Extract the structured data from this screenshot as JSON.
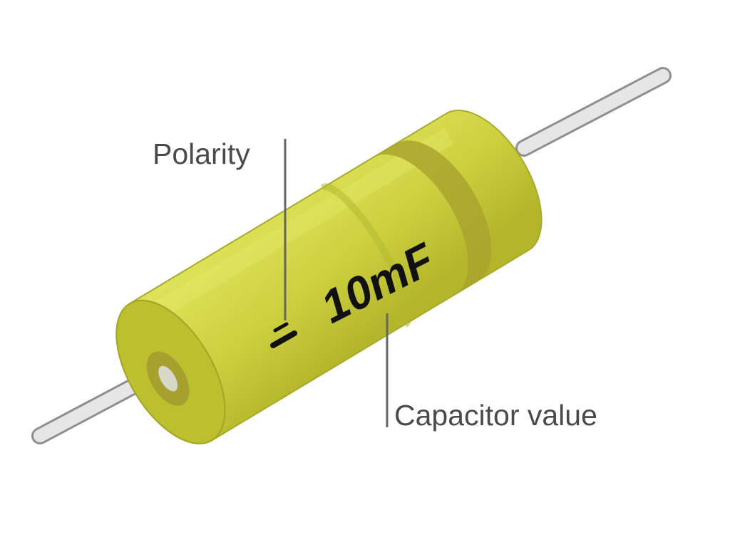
{
  "labels": {
    "polarity": "Polarity",
    "capacitor_value": "Capacitor value"
  },
  "marking": {
    "value_text": "10mF",
    "polarity_symbol": "–"
  },
  "colors": {
    "body": "#c9cc3c",
    "body_highlight": "#dfe35a",
    "end_cap": "#b8ba2c",
    "band": "#a9a52e",
    "lead": "#e2e2e2",
    "lead_outline": "#9a9a9a",
    "text": "#4a4a4a",
    "marking": "#111111"
  }
}
